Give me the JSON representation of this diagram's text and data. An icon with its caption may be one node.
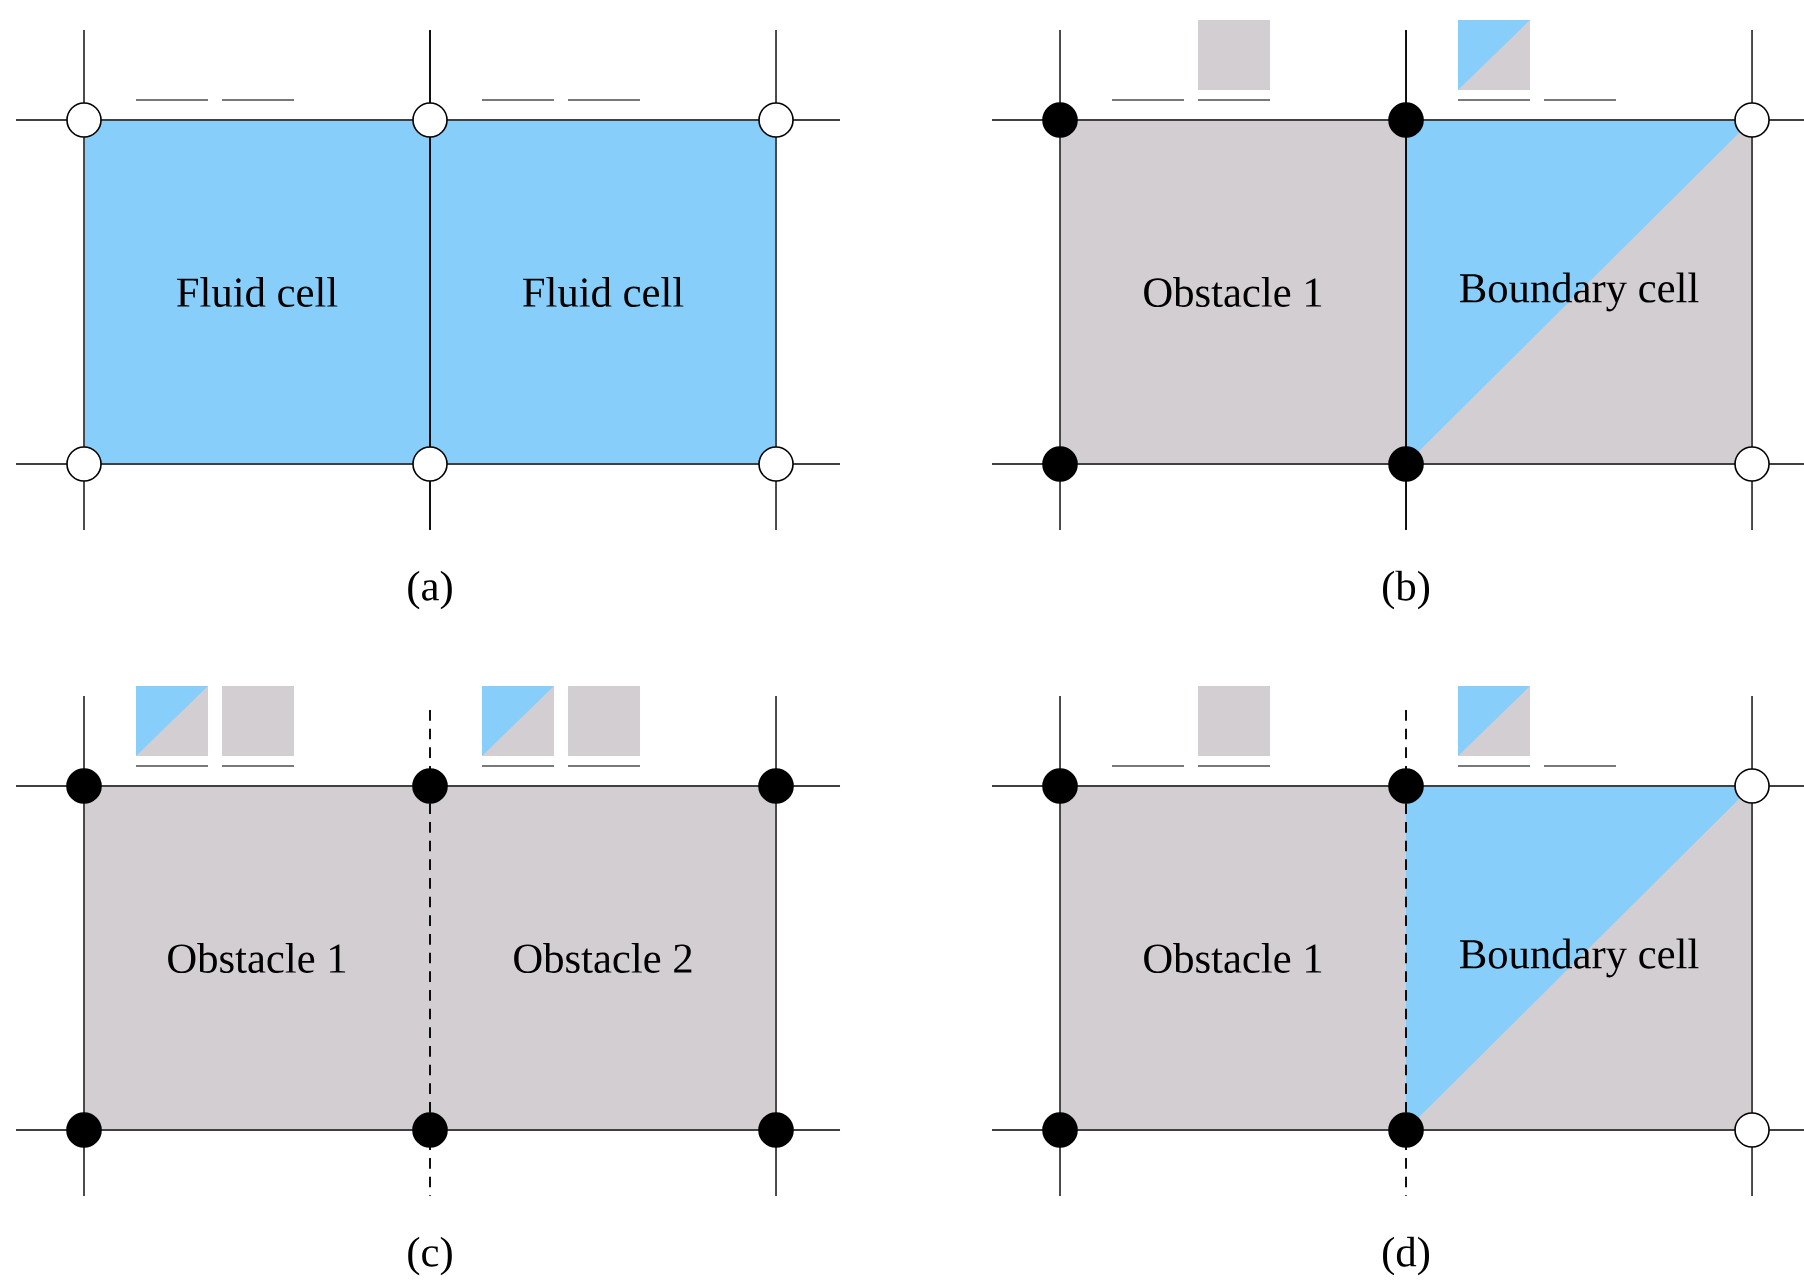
{
  "diagram": {
    "nodes": [
      {
        "text": [
          "Fluid cell"
        ]
      },
      {
        "text": [
          "Fluid cell"
        ]
      },
      {
        "text": [
          "Obstacle 1"
        ]
      },
      {
        "text": [
          "Boundary cell"
        ]
      },
      {
        "text": [
          "Obstacle 1"
        ]
      },
      {
        "text": [
          "Obstacle 2"
        ]
      },
      {
        "text": [
          "Obstacle 1"
        ]
      },
      {
        "text": [
          "Boundary cell"
        ]
      }
    ],
    "labels": [
      "(a)",
      "(b)",
      "(c)",
      "(d)"
    ]
  }
}
